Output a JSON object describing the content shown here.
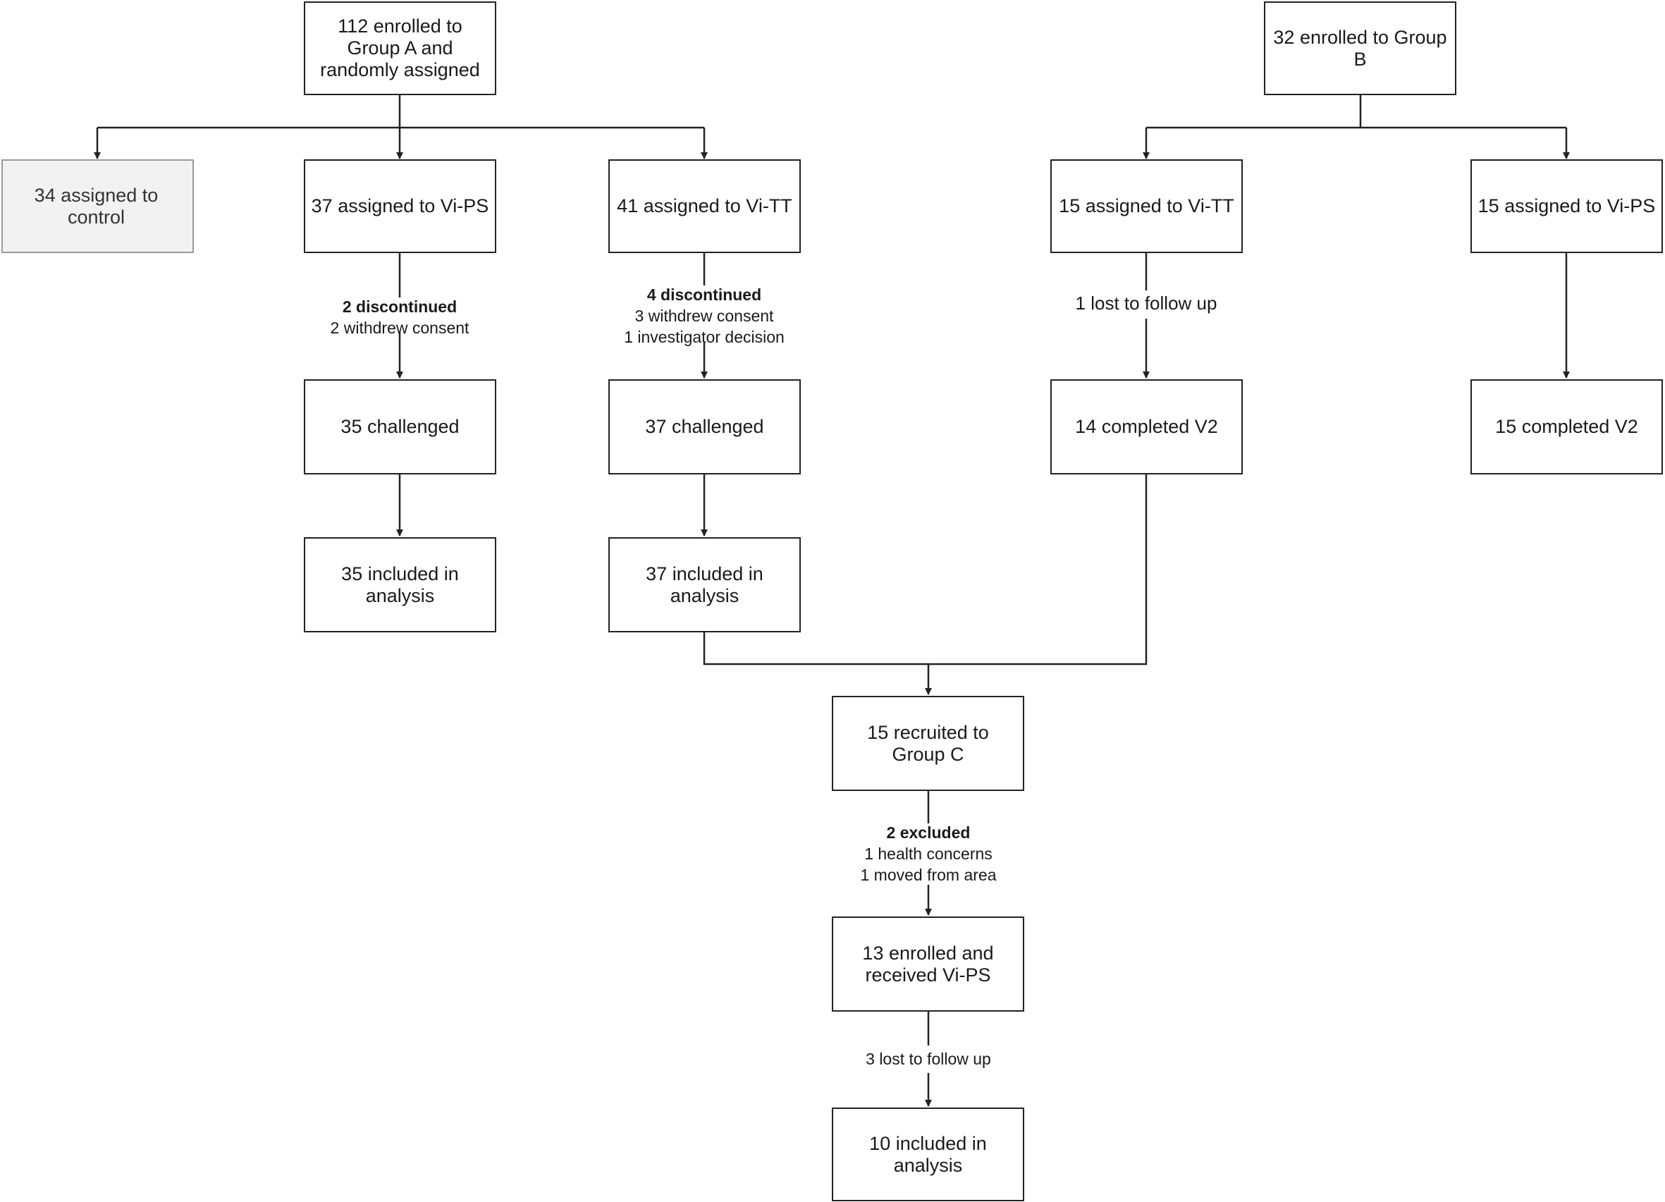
{
  "boxes": {
    "group_a": "112 enrolled to Group A and randomly assigned",
    "group_b": "32 enrolled to Group B",
    "control": "34 assigned to control",
    "a_vips": "37 assigned to Vi-PS",
    "a_vitt": "41 assigned to Vi-TT",
    "b_vitt": "15 assigned to Vi-TT",
    "b_vips": "15 assigned to Vi-PS",
    "a_vips_challenged": "35 challenged",
    "a_vitt_challenged": "37 challenged",
    "b_vitt_completed": "14 completed V2",
    "b_vips_completed": "15 completed V2",
    "a_vips_included": "35 included in analysis",
    "a_vitt_included": "37 included in analysis",
    "group_c": "15 recruited to Group C",
    "c_enrolled": "13 enrolled and received Vi-PS",
    "c_included": "10 included in analysis"
  },
  "notes": {
    "vips_disc": {
      "title": "2 discontinued",
      "lines": [
        "2 withdrew consent"
      ]
    },
    "vitt_disc": {
      "title": "4 discontinued",
      "lines": [
        "3 withdrew consent",
        "1 investigator decision"
      ]
    },
    "b_lost": "1 lost to follow up",
    "c_excluded": {
      "title": "2 excluded",
      "lines": [
        "1 health concerns",
        "1 moved from area"
      ]
    },
    "c_lost": "3 lost to follow up"
  },
  "colors": {
    "line": "#222222",
    "control_fill": "#f2f2f2"
  }
}
